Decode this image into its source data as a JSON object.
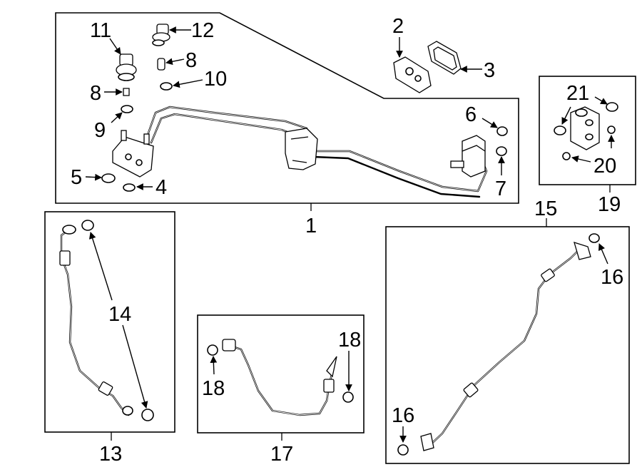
{
  "callouts": {
    "c1": "1",
    "c2": "2",
    "c3": "3",
    "c4": "4",
    "c5": "5",
    "c6": "6",
    "c7": "7",
    "c8a": "8",
    "c8b": "8",
    "c9": "9",
    "c10": "10",
    "c11": "11",
    "c12": "12",
    "c13": "13",
    "c14": "14",
    "c15": "15",
    "c16a": "16",
    "c16b": "16",
    "c17": "17",
    "c18a": "18",
    "c18b": "18",
    "c19": "19",
    "c20": "20",
    "c21": "21"
  }
}
